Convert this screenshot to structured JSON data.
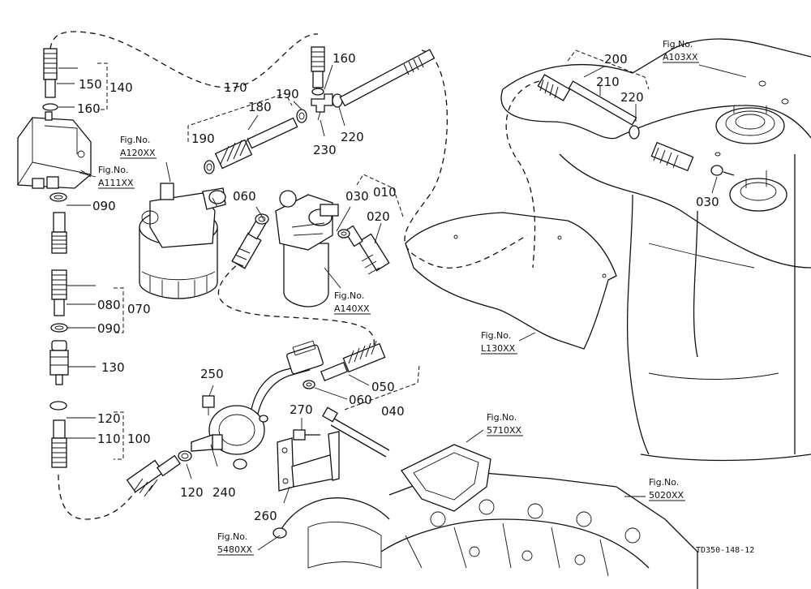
{
  "figure_code": "TD350-148-12",
  "fig_refs": [
    {
      "line1": "Fig.No.",
      "line2": "A103XX"
    },
    {
      "line1": "Fig.No.",
      "line2": "A120XX"
    },
    {
      "line1": "Fig.No.",
      "line2": "A111XX"
    },
    {
      "line1": "Fig.No.",
      "line2": "A140XX"
    },
    {
      "line1": "Fig.No.",
      "line2": "L130XX"
    },
    {
      "line1": "Fig.No.",
      "line2": "5710XX"
    },
    {
      "line1": "Fig.No.",
      "line2": "5020XX"
    },
    {
      "line1": "Fig.No.",
      "line2": "5480XX"
    }
  ],
  "part_labels": {
    "p150": "150",
    "p140": "140",
    "p160a": "160",
    "p160b": "160",
    "p170": "170",
    "p180": "180",
    "p190a": "190",
    "p190b": "190",
    "p220a": "220",
    "p230": "230",
    "p200": "200",
    "p210": "210",
    "p220b": "220",
    "p030a": "030",
    "p030b": "030",
    "p010": "010",
    "p020": "020",
    "p060a": "060",
    "p090a": "090",
    "p080": "080",
    "p070": "070",
    "p090b": "090",
    "p130": "130",
    "p250": "250",
    "p050": "050",
    "p060b": "060",
    "p040": "040",
    "p270": "270",
    "p120a": "120",
    "p110": "110",
    "p100": "100",
    "p120b": "120",
    "p240": "240",
    "p260": "260"
  }
}
